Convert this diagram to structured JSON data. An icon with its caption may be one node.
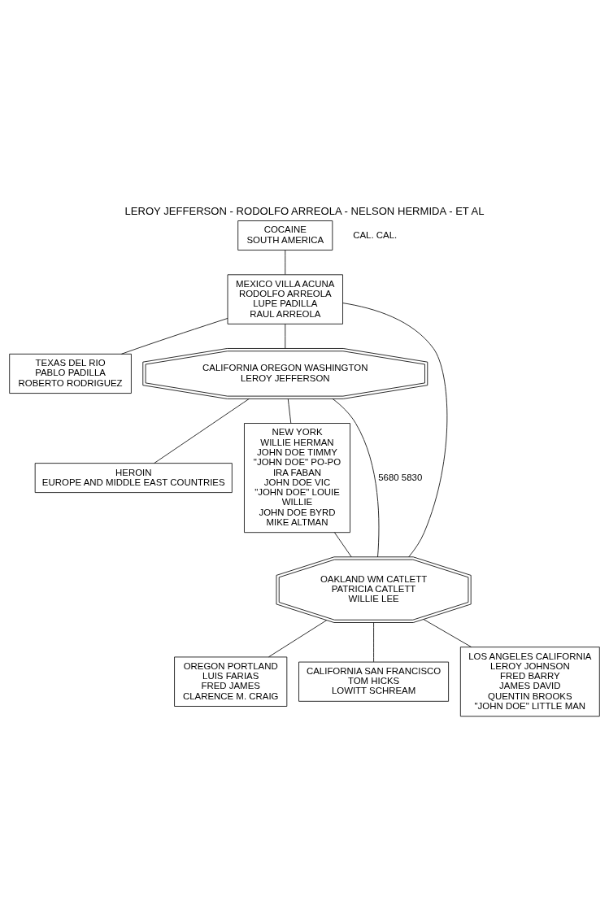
{
  "diagram": {
    "title": "LEROY JEFFERSON - RODOLFO ARREOLA - NELSON HERMIDA - ET AL",
    "nodes": [
      {
        "text": [
          "COCAINE",
          "SOUTH AMERICA"
        ]
      },
      {
        "text": [
          "MEXICO VILLA ACUNA",
          "RODOLFO ARREOLA",
          "LUPE PADILLA",
          "RAUL ARREOLA"
        ]
      },
      {
        "text": [
          "TEXAS DEL RIO",
          "PABLO PADILLA",
          "ROBERTO RODRIGUEZ"
        ]
      },
      {
        "text": [
          "CALIFORNIA OREGON WASHINGTON",
          "LEROY JEFFERSON"
        ]
      },
      {
        "text": [
          "HEROIN",
          "EUROPE AND MIDDLE EAST COUNTRIES"
        ]
      },
      {
        "text": [
          "NEW YORK",
          "WILLIE HERMAN",
          "JOHN DOE TIMMY",
          "\"JOHN DOE\" PO-PO",
          "IRA FABAN",
          "JOHN DOE VIC",
          "\"JOHN DOE\" LOUIE",
          "WILLIE",
          "JOHN DOE BYRD",
          "MIKE ALTMAN"
        ]
      },
      {
        "text": [
          "OAKLAND WM CATLETT",
          "PATRICIA CATLETT",
          "WILLIE LEE"
        ]
      },
      {
        "text": [
          "OREGON PORTLAND",
          "LUIS FARIAS",
          "FRED JAMES",
          "CLARENCE M. CRAIG"
        ]
      },
      {
        "text": [
          "CALIFORNIA SAN FRANCISCO",
          "TOM HICKS",
          "LOWITT SCHREAM"
        ]
      },
      {
        "text": [
          "LOS ANGELES CALIFORNIA",
          "LEROY JOHNSON",
          "FRED BARRY",
          "JAMES DAVID",
          "QUENTIN BROOKS",
          "\"JOHN DOE\" LITTLE MAN"
        ]
      }
    ],
    "edges": [
      {
        "from": 0,
        "to": 1,
        "arrow": "none"
      },
      {
        "from": 1,
        "to": 2,
        "arrow": "none"
      },
      {
        "from": 1,
        "to": 3,
        "arrow": "none"
      },
      {
        "from": 1,
        "to": 6,
        "arrow": "none"
      },
      {
        "from": 3,
        "to": 4,
        "arrow": "none"
      },
      {
        "from": 3,
        "to": 5,
        "arrow": "none"
      },
      {
        "from": 3,
        "to": 6,
        "label": "5680 5830",
        "arrow": "none"
      },
      {
        "from": 5,
        "to": 6,
        "arrow": "none"
      },
      {
        "from": 6,
        "to": 9,
        "arrow": "none"
      },
      {
        "from": 6,
        "to": 7,
        "arrow": "none"
      },
      {
        "from": 6,
        "to": 8,
        "arrow": "none"
      }
    ],
    "labels": [
      "CAL. CAL."
    ]
  }
}
